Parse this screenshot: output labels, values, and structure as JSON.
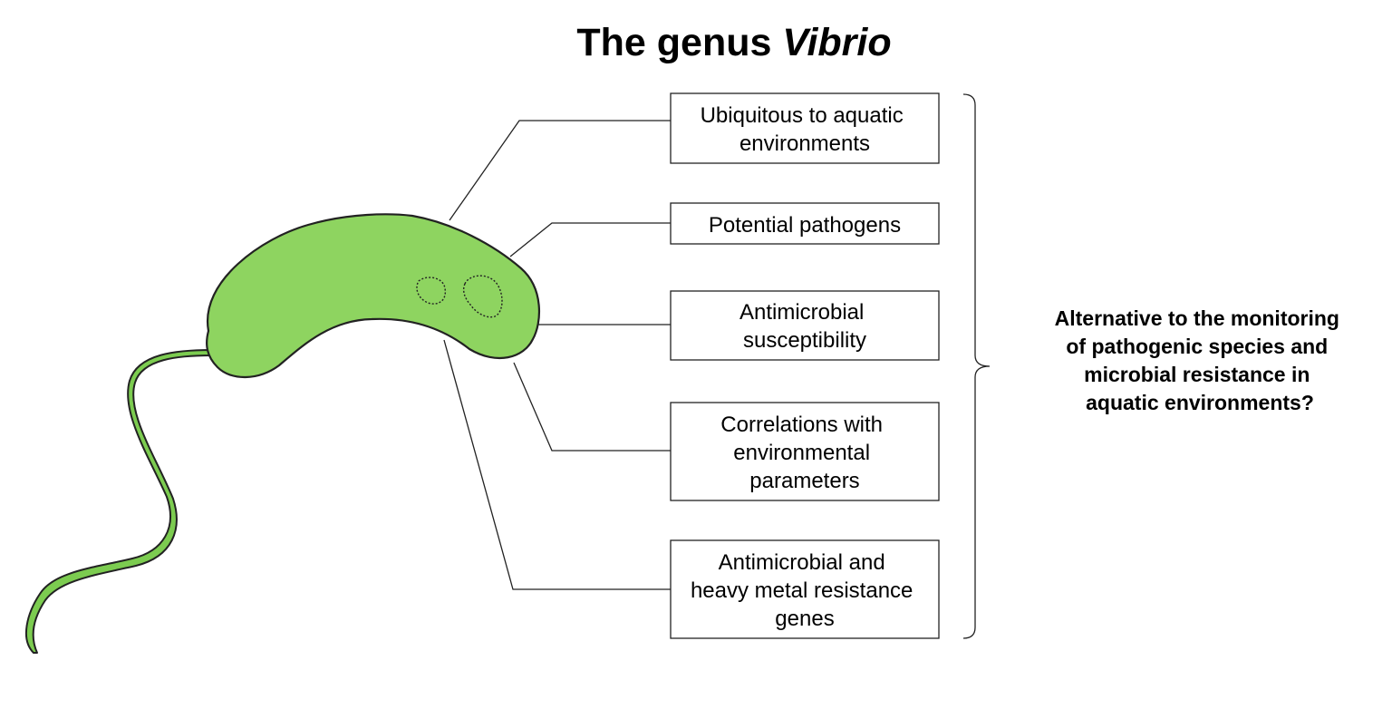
{
  "title": {
    "prefix": "The genus ",
    "genus": "Vibrio"
  },
  "features": [
    {
      "lines": [
        "Ubiquitous to aquatic",
        "environments"
      ]
    },
    {
      "lines": [
        "Potential pathogens"
      ]
    },
    {
      "lines": [
        "Antimicrobial",
        "susceptibility"
      ]
    },
    {
      "lines": [
        "Correlations with",
        "environmental",
        "parameters"
      ]
    },
    {
      "lines": [
        "Antimicrobial and",
        "heavy metal resistance",
        "genes"
      ]
    }
  ],
  "conclusion": {
    "lines": [
      "Alternative to the monitoring",
      "of pathogenic species and",
      "microbial resistance in",
      "aquatic environments?"
    ]
  },
  "colors": {
    "bacterium_fill": "#8ed460",
    "flagellum_fill": "#7ccc50",
    "outline": "#222222"
  }
}
